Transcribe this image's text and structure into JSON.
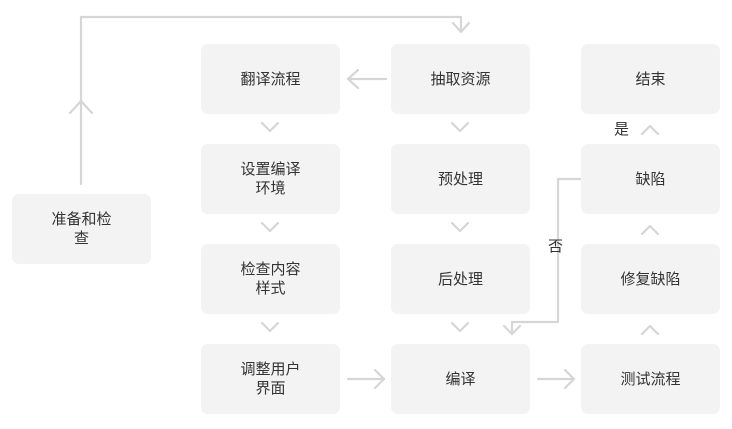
{
  "diagram": {
    "nodes": {
      "prepare_check": "准备和检查",
      "translate_flow": "翻译流程",
      "setup_env": "设置编译环境",
      "check_style": "检查内容样式",
      "adjust_ui": "调整用户界面",
      "extract_resources": "抽取资源",
      "preprocess": "预处理",
      "postprocess": "后处理",
      "compile": "编译",
      "end": "结束",
      "defect": "缺陷",
      "fix_defect": "修复缺陷",
      "test_flow": "测试流程"
    },
    "edge_labels": {
      "yes": "是",
      "no": "否"
    },
    "edges": [
      {
        "from": "prepare_check",
        "to": "extract_resources"
      },
      {
        "from": "extract_resources",
        "to": "translate_flow"
      },
      {
        "from": "translate_flow",
        "to": "setup_env"
      },
      {
        "from": "setup_env",
        "to": "check_style"
      },
      {
        "from": "check_style",
        "to": "adjust_ui"
      },
      {
        "from": "adjust_ui",
        "to": "compile"
      },
      {
        "from": "extract_resources",
        "to": "preprocess"
      },
      {
        "from": "preprocess",
        "to": "postprocess"
      },
      {
        "from": "postprocess",
        "to": "compile"
      },
      {
        "from": "compile",
        "to": "test_flow"
      },
      {
        "from": "test_flow",
        "to": "fix_defect"
      },
      {
        "from": "fix_defect",
        "to": "defect"
      },
      {
        "from": "defect",
        "to": "end",
        "label": "yes"
      },
      {
        "from": "defect",
        "to": "compile",
        "label": "no"
      }
    ],
    "colors": {
      "node_fill": "#f3f3f3",
      "connector": "#d6d6d6",
      "text": "#333333"
    }
  }
}
